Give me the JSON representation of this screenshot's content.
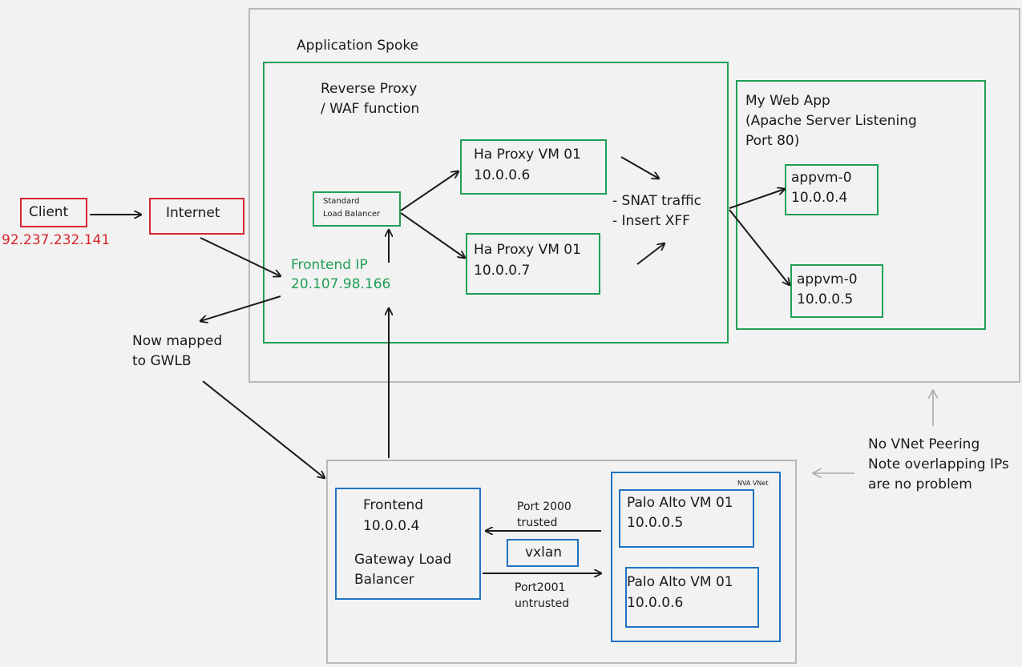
{
  "application_spoke": {
    "title": "Application Spoke"
  },
  "reverse_proxy": {
    "title": "Reverse Proxy\n/ WAF function"
  },
  "client": {
    "label": "Client",
    "ip": "92.237.232.141"
  },
  "internet": {
    "label": "Internet"
  },
  "standard_lb": {
    "label": "Standard\nLoad Balancer"
  },
  "frontend_ip": {
    "label": "Frontend IP",
    "ip": "20.107.98.166"
  },
  "haproxy_1": {
    "name": "Ha Proxy VM 01",
    "ip": "10.0.0.6"
  },
  "haproxy_2": {
    "name": "Ha Proxy VM 01",
    "ip": "10.0.0.7"
  },
  "snat_note": {
    "text": "- SNAT traffic\n- Insert XFF"
  },
  "web_app": {
    "title": "My Web App\n(Apache Server Listening\nPort 80)"
  },
  "appvm_1": {
    "name": "appvm-0",
    "ip": "10.0.0.4"
  },
  "appvm_2": {
    "name": "appvm-0",
    "ip": "10.0.0.5"
  },
  "now_mapped": {
    "text": "Now mapped\nto GWLB"
  },
  "gwlb": {
    "frontend_label": "Frontend",
    "frontend_ip": "10.0.0.4",
    "name": "Gateway Load\nBalancer"
  },
  "port_trusted": {
    "text": "Port 2000\ntrusted"
  },
  "vxlan": {
    "label": "vxlan"
  },
  "port_untrusted": {
    "text": "Port2001\nuntrusted"
  },
  "nva_vnet": {
    "label": "NVA VNet"
  },
  "palo_1": {
    "name": "Palo Alto VM 01",
    "ip": "10.0.0.5"
  },
  "palo_2": {
    "name": "Palo Alto VM 01",
    "ip": "10.0.0.6"
  },
  "peering_note": {
    "text": "No VNet Peering\nNote overlapping IPs\nare no problem"
  },
  "colors": {
    "green": "#1fa055",
    "red": "#d7252d",
    "blue": "#1f73c3",
    "gray": "#b9b9b9",
    "ink": "#1a1a1a"
  }
}
